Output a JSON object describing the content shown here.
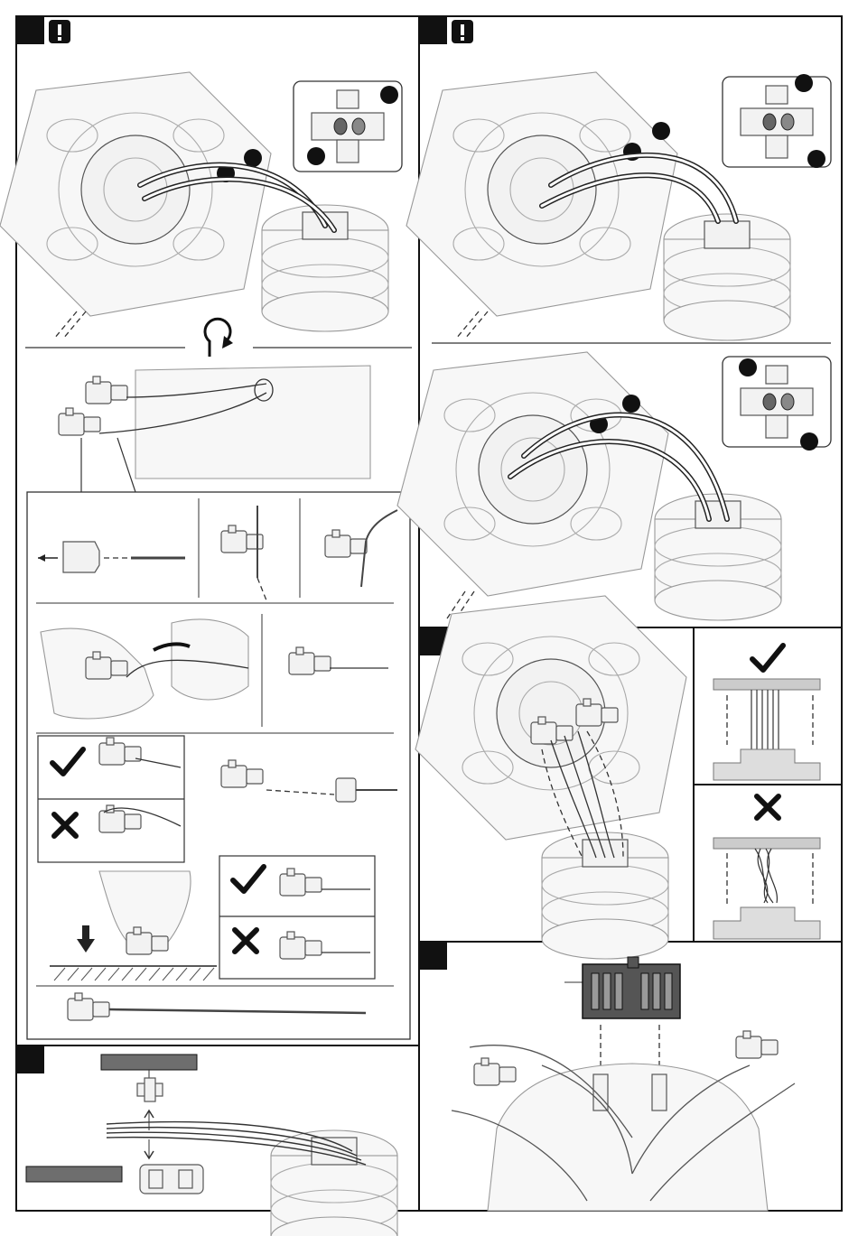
{
  "page": {
    "steps": [
      {
        "id": "step-a",
        "marker": "",
        "warning_icon": "exclamation-icon"
      },
      {
        "id": "step-b",
        "marker": "",
        "warning_icon": "exclamation-icon"
      },
      {
        "id": "step-c",
        "marker": ""
      },
      {
        "id": "step-d",
        "marker": ""
      },
      {
        "id": "step-e",
        "marker": ""
      }
    ],
    "callouts": {
      "label_top": "",
      "label_bottom": ""
    },
    "icons": [
      "exclamation-icon",
      "rotate-icon",
      "check-icon",
      "cross-icon",
      "arrow-down-icon"
    ],
    "colors": {
      "frame": "#111111",
      "marker": "#111111",
      "label_bar": "#6e6e6e",
      "ghost_part": "#f3f3f3"
    }
  }
}
